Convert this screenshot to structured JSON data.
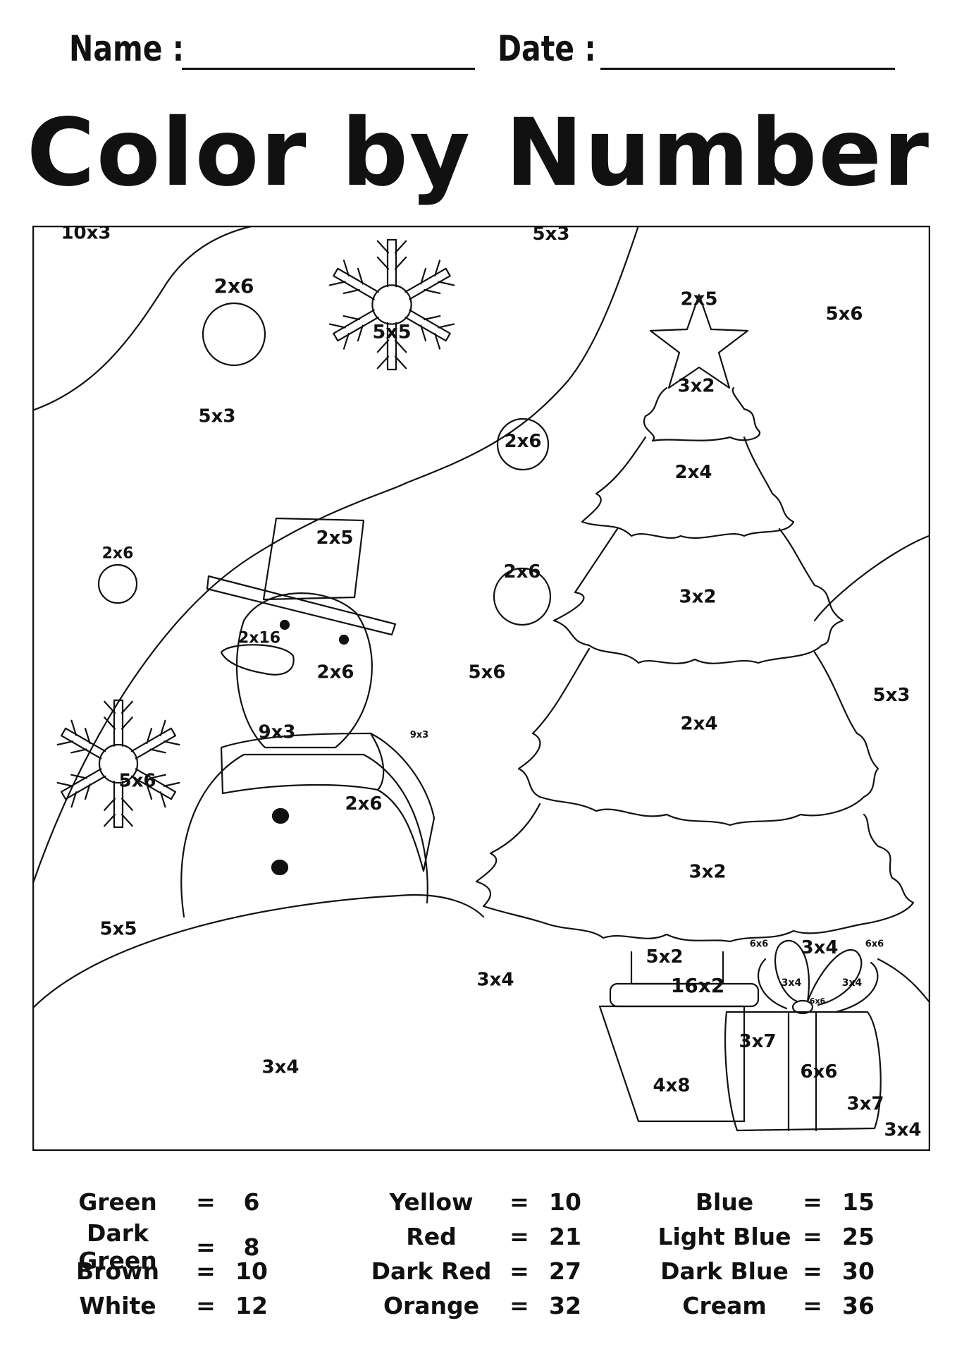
{
  "header": {
    "name_label": "Name :",
    "date_label": "Date :"
  },
  "title": "Color by Number",
  "scene_labels": {
    "sky_left": "10x3",
    "sky_top": "5x3",
    "moon": "2x6",
    "snowflake_top": "5x5",
    "star": "2x5",
    "sky_right": "5x6",
    "sky_mid": "5x3",
    "ornament_a": "2x6",
    "tree_top": "3x2",
    "tree_tier2": "2x4",
    "ornament_small": "2x6",
    "hat": "2x5",
    "ornament_b": "2x6",
    "tree_tier3": "3x2",
    "nose": "2x16",
    "head": "2x6",
    "hill_mid": "5x6",
    "sky_far_right": "5x3",
    "tree_tier4": "2x4",
    "scarf": "9x3",
    "scarf_tail": "9x3",
    "hill_left": "5x6",
    "body": "2x6",
    "tree_bottom": "3x2",
    "snowflake_bottom": "5x5",
    "bow_left": "6x6",
    "bow_right": "6x6",
    "bow_center": "3x4",
    "bow_loop_left": "3x4",
    "bow_loop_right": "3x4",
    "bow_knot": "6x6",
    "trunk": "5x2",
    "pot_rim": "16x2",
    "ground_mid": "3x4",
    "gift_left": "3x7",
    "gift_ribbon": "6x6",
    "pot": "4x8",
    "gift_right": "3x7",
    "ground_right": "3x4",
    "ground_left": "3x4"
  },
  "key": {
    "col1": [
      {
        "color": "Green",
        "eq": "=",
        "value": "6"
      },
      {
        "color": "Dark Green",
        "eq": "=",
        "value": "8"
      },
      {
        "color": "Brown",
        "eq": "=",
        "value": "10"
      },
      {
        "color": "White",
        "eq": "=",
        "value": "12"
      }
    ],
    "col2": [
      {
        "color": "Yellow",
        "eq": "=",
        "value": "10"
      },
      {
        "color": "Red",
        "eq": "=",
        "value": "21"
      },
      {
        "color": "Dark Red",
        "eq": "=",
        "value": "27"
      },
      {
        "color": "Orange",
        "eq": "=",
        "value": "32"
      }
    ],
    "col3": [
      {
        "color": "Blue",
        "eq": "=",
        "value": "15"
      },
      {
        "color": "Light Blue",
        "eq": "=",
        "value": "25"
      },
      {
        "color": "Dark Blue",
        "eq": "=",
        "value": "30"
      },
      {
        "color": "Cream",
        "eq": "=",
        "value": "36"
      }
    ]
  }
}
